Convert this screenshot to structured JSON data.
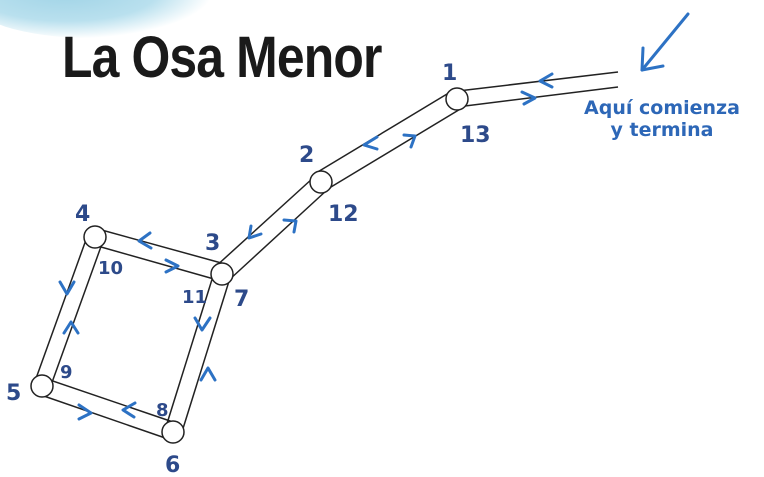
{
  "title": "La Osa Menor",
  "note": {
    "line1": "Aquí comienza",
    "line2": "y termina"
  },
  "labels": {
    "n1": "1",
    "n2": "2",
    "n3": "3",
    "n4": "4",
    "n5": "5",
    "n6": "6",
    "n7": "7",
    "n8": "8",
    "n9": "9",
    "n10": "10",
    "n11": "11",
    "n12": "12",
    "n13": "13"
  },
  "colors": {
    "arrow": "#2d72c4",
    "label": "#2d4a8a",
    "title": "#1a1a1a",
    "blob": "#b9e0ee"
  }
}
